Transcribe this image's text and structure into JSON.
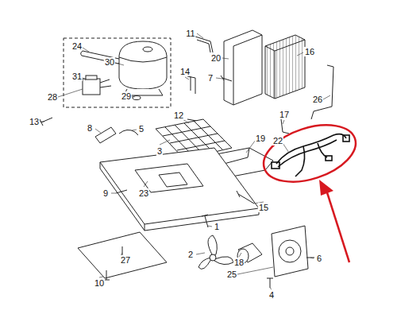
{
  "diagram": {
    "labels": [
      "11",
      "24",
      "20",
      "16",
      "30",
      "14",
      "31",
      "7",
      "28",
      "29",
      "26",
      "12",
      "17",
      "13",
      "8",
      "5",
      "19",
      "22",
      "3",
      "9",
      "23",
      "15",
      "1",
      "2",
      "27",
      "18",
      "6",
      "25",
      "10",
      "4"
    ]
  }
}
